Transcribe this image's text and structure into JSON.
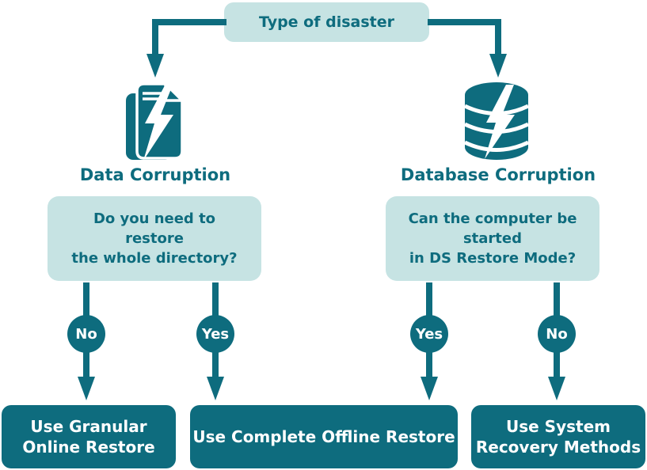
{
  "colors": {
    "dark_teal": "#0e6c7e",
    "light_teal": "#c6e3e3",
    "text_on_dark": "#ffffff"
  },
  "root": {
    "title": "Type of disaster"
  },
  "branches": {
    "left": {
      "icon": "document-lightning-icon",
      "label": "Data Corruption",
      "question": {
        "lines": [
          "Do you need to",
          "restore",
          "the whole directory?"
        ]
      },
      "answers": [
        {
          "label": "No"
        },
        {
          "label": "Yes"
        }
      ]
    },
    "right": {
      "icon": "database-lightning-icon",
      "label": "Database Corruption",
      "question": {
        "lines": [
          "Can the computer be",
          "started",
          "in DS Restore Mode?"
        ]
      },
      "answers": [
        {
          "label": "Yes"
        },
        {
          "label": "No"
        }
      ]
    }
  },
  "outcomes": [
    {
      "lines": [
        "Use Granular",
        "Online Restore"
      ]
    },
    {
      "lines": [
        "Use Complete Offline Restore"
      ]
    },
    {
      "lines": [
        "Use System",
        "Recovery Methods"
      ]
    }
  ]
}
